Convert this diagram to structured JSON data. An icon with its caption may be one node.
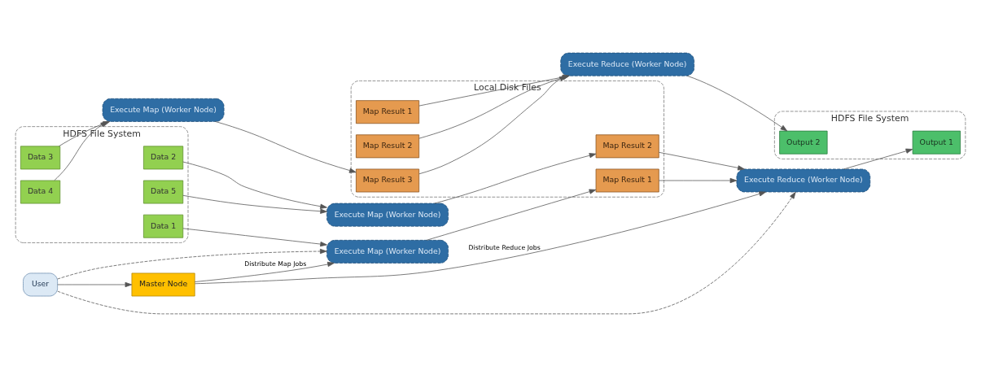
{
  "diagram": {
    "nodes": [
      {
        "text": [
          "User"
        ]
      },
      {
        "text": [
          "Master Node"
        ]
      },
      {
        "text": [
          "HDFS File System"
        ]
      },
      {
        "text": [
          "Data 1"
        ],
        "in": 2
      },
      {
        "text": [
          "Data 2"
        ],
        "in": 2
      },
      {
        "text": [
          "Data 3"
        ],
        "in": 2
      },
      {
        "text": [
          "Data 4"
        ],
        "in": 2
      },
      {
        "text": [
          "Data 5"
        ],
        "in": 2
      },
      {
        "text": [
          "Execute Map (Worker Node)"
        ]
      },
      {
        "text": [
          "Execute Map (Worker Node)"
        ]
      },
      {
        "text": [
          "Execute Map (Worker Node)"
        ]
      },
      {
        "text": [
          "Local Disk Files"
        ]
      },
      {
        "text": [
          "Map Result 1"
        ],
        "in": 11
      },
      {
        "text": [
          "Map Result 1"
        ],
        "in": 11
      },
      {
        "text": [
          "Map Result 2"
        ],
        "in": 11
      },
      {
        "text": [
          "Map Result 2"
        ],
        "in": 11
      },
      {
        "text": [
          "Map Result 3"
        ],
        "in": 11
      },
      {
        "text": [
          "Execute Reduce (Worker Node)"
        ]
      },
      {
        "text": [
          "Execute Reduce (Worker Node)"
        ]
      },
      {
        "text": [
          "HDFS File System"
        ]
      },
      {
        "text": [
          "Output 1"
        ],
        "in": 19
      },
      {
        "text": [
          "Output 2"
        ],
        "in": 19
      }
    ],
    "edges": [
      {
        "from": 0,
        "to": 1,
        "arrow": "to"
      },
      {
        "from": 0,
        "to": 8,
        "arrow": "to",
        "style": "dashed"
      },
      {
        "from": 0,
        "to": 17,
        "arrow": "to",
        "style": "dashed"
      },
      {
        "from": 1,
        "to": 8,
        "arrow": "to",
        "label": "Distribute Map Jobs"
      },
      {
        "from": 1,
        "to": 17,
        "arrow": "to",
        "label": "Distribute Reduce Jobs"
      },
      {
        "from": 3,
        "to": 8,
        "arrow": "to"
      },
      {
        "from": 4,
        "to": 9,
        "arrow": "to"
      },
      {
        "from": 5,
        "to": 10,
        "arrow": "to"
      },
      {
        "from": 6,
        "to": 10,
        "arrow": "to"
      },
      {
        "from": 7,
        "to": 9,
        "arrow": "to"
      },
      {
        "from": 8,
        "to": 12,
        "arrow": "to"
      },
      {
        "from": 9,
        "to": 14,
        "arrow": "to"
      },
      {
        "from": 10,
        "to": 16,
        "arrow": "to"
      },
      {
        "from": 12,
        "to": 17,
        "arrow": "to"
      },
      {
        "from": 13,
        "to": 18,
        "arrow": "to"
      },
      {
        "from": 14,
        "to": 17,
        "arrow": "to"
      },
      {
        "from": 15,
        "to": 18,
        "arrow": "to"
      },
      {
        "from": 16,
        "to": 18,
        "arrow": "to"
      },
      {
        "from": 17,
        "to": 20,
        "arrow": "to"
      },
      {
        "from": 18,
        "to": 21,
        "arrow": "to"
      }
    ]
  }
}
